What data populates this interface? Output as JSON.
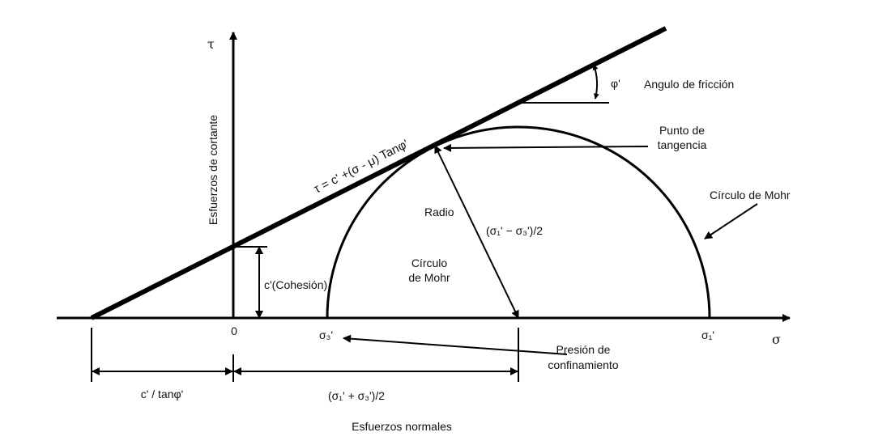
{
  "title": "Círculo de Mohr - Criterio de falla Mohr-Coulomb",
  "axes": {
    "y_symbol": "τ",
    "y_label": "Esfuerzos de cortante",
    "x_symbol": "σ",
    "x_label": "Esfuerzos normales",
    "origin": "0"
  },
  "labels": {
    "equation": "τ = c' +(σ - μ) Tanφ'",
    "phi": "φ'",
    "friction_angle": "Angulo de fricción",
    "tangent_point_1": "Punto de",
    "tangent_point_2": "tangencia",
    "mohr_circle_right": "Círculo de Mohr",
    "radius": "Radio",
    "radius_formula": "(σ₁' − σ₃')/2",
    "mohr_circle_inner_1": "Círculo",
    "mohr_circle_inner_2": "de Mohr",
    "cohesion": "c'(Cohesión)",
    "sigma3": "σ₃'",
    "sigma1": "σ₁'",
    "confinement_1": "Presión de",
    "confinement_2": "confinamiento",
    "intercept_dim": "c' / tanφ'",
    "center_dim": "(σ₁' + σ₃')/2"
  },
  "colors": {
    "ink": "#000000",
    "background": "#ffffff"
  }
}
